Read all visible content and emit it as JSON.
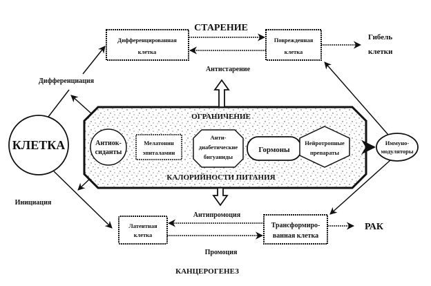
{
  "title_top": "СТАРЕНИЕ",
  "title_bottom": "КАНЦЕРОГЕНЕЗ",
  "nodes": {
    "cell": "КЛЕТКА",
    "differentiated_cell": [
      "Дифференцированная",
      "клетка"
    ],
    "damaged_cell": [
      "Поврежденная",
      "клетка"
    ],
    "cell_death": [
      "Гибель",
      "клетки"
    ],
    "latent_cell": [
      "Латентная",
      "клетка"
    ],
    "transformed_cell": [
      "Трансформиро-",
      "ванная клетка"
    ],
    "cancer": "РАК",
    "immunomodulators": [
      "Иммуно-",
      "модуляторы"
    ]
  },
  "restriction": {
    "top_label": "ОГРАНИЧЕНИЕ",
    "bottom_label": "КАЛОРИЙНОСТИ ПИТАНИЯ",
    "items": {
      "antioxidants": [
        "Антиок-",
        "сиданты"
      ],
      "melatonin": [
        "Мелатонин",
        "эпиталамин"
      ],
      "antidiabetic": [
        "Анти-",
        "диабетические",
        "бигуаниды"
      ],
      "hormones": "Гормоны",
      "neurotropic": [
        "Нейротропные",
        "препараты"
      ]
    }
  },
  "edges": {
    "differentiation": "Дифференциация",
    "initiation": "Инициация",
    "antiaging": "Антистарение",
    "antipromotion": "Антипромоция",
    "promotion": "Промоция"
  }
}
